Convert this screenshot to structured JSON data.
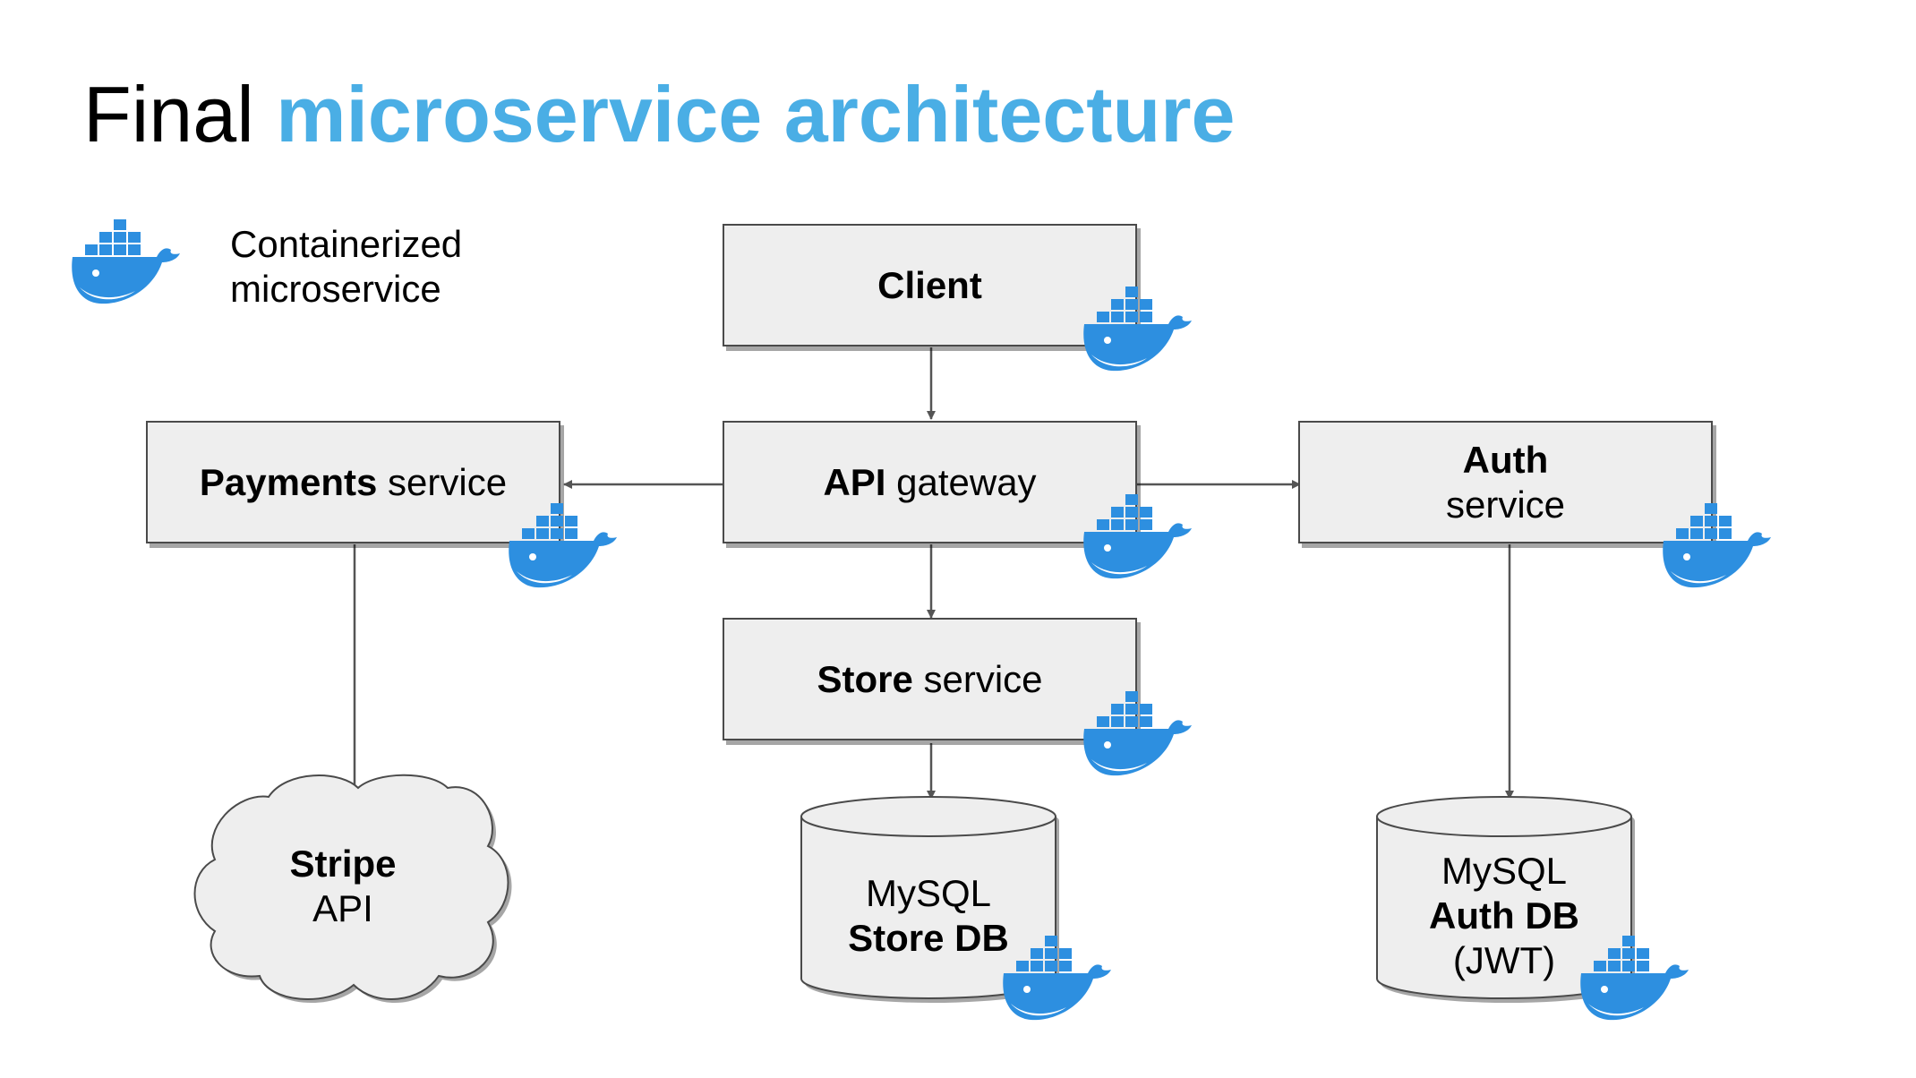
{
  "title": {
    "prefix": "Final",
    "accent": "microservice architecture"
  },
  "legend": {
    "line1": "Containerized",
    "line2": "microservice",
    "icon": "docker-whale-icon"
  },
  "nodes": {
    "client": {
      "bold": "Client"
    },
    "gateway": {
      "bold": "API",
      "normal": " gateway"
    },
    "payments": {
      "bold": "Payments",
      "normal": " service"
    },
    "auth": {
      "bold": "Auth",
      "normal": "service"
    },
    "store": {
      "bold": "Store",
      "normal": " service"
    },
    "stripe": {
      "bold": "Stripe",
      "normal": "API"
    },
    "store_db": {
      "line1": "MySQL",
      "bold": "Store DB"
    },
    "auth_db": {
      "line1": "MySQL",
      "bold": "Auth DB",
      "line3": "(JWT)"
    }
  },
  "colors": {
    "accent": "#4aaee5",
    "box_fill": "#eeeeee",
    "whale": "#2d8fe0"
  }
}
